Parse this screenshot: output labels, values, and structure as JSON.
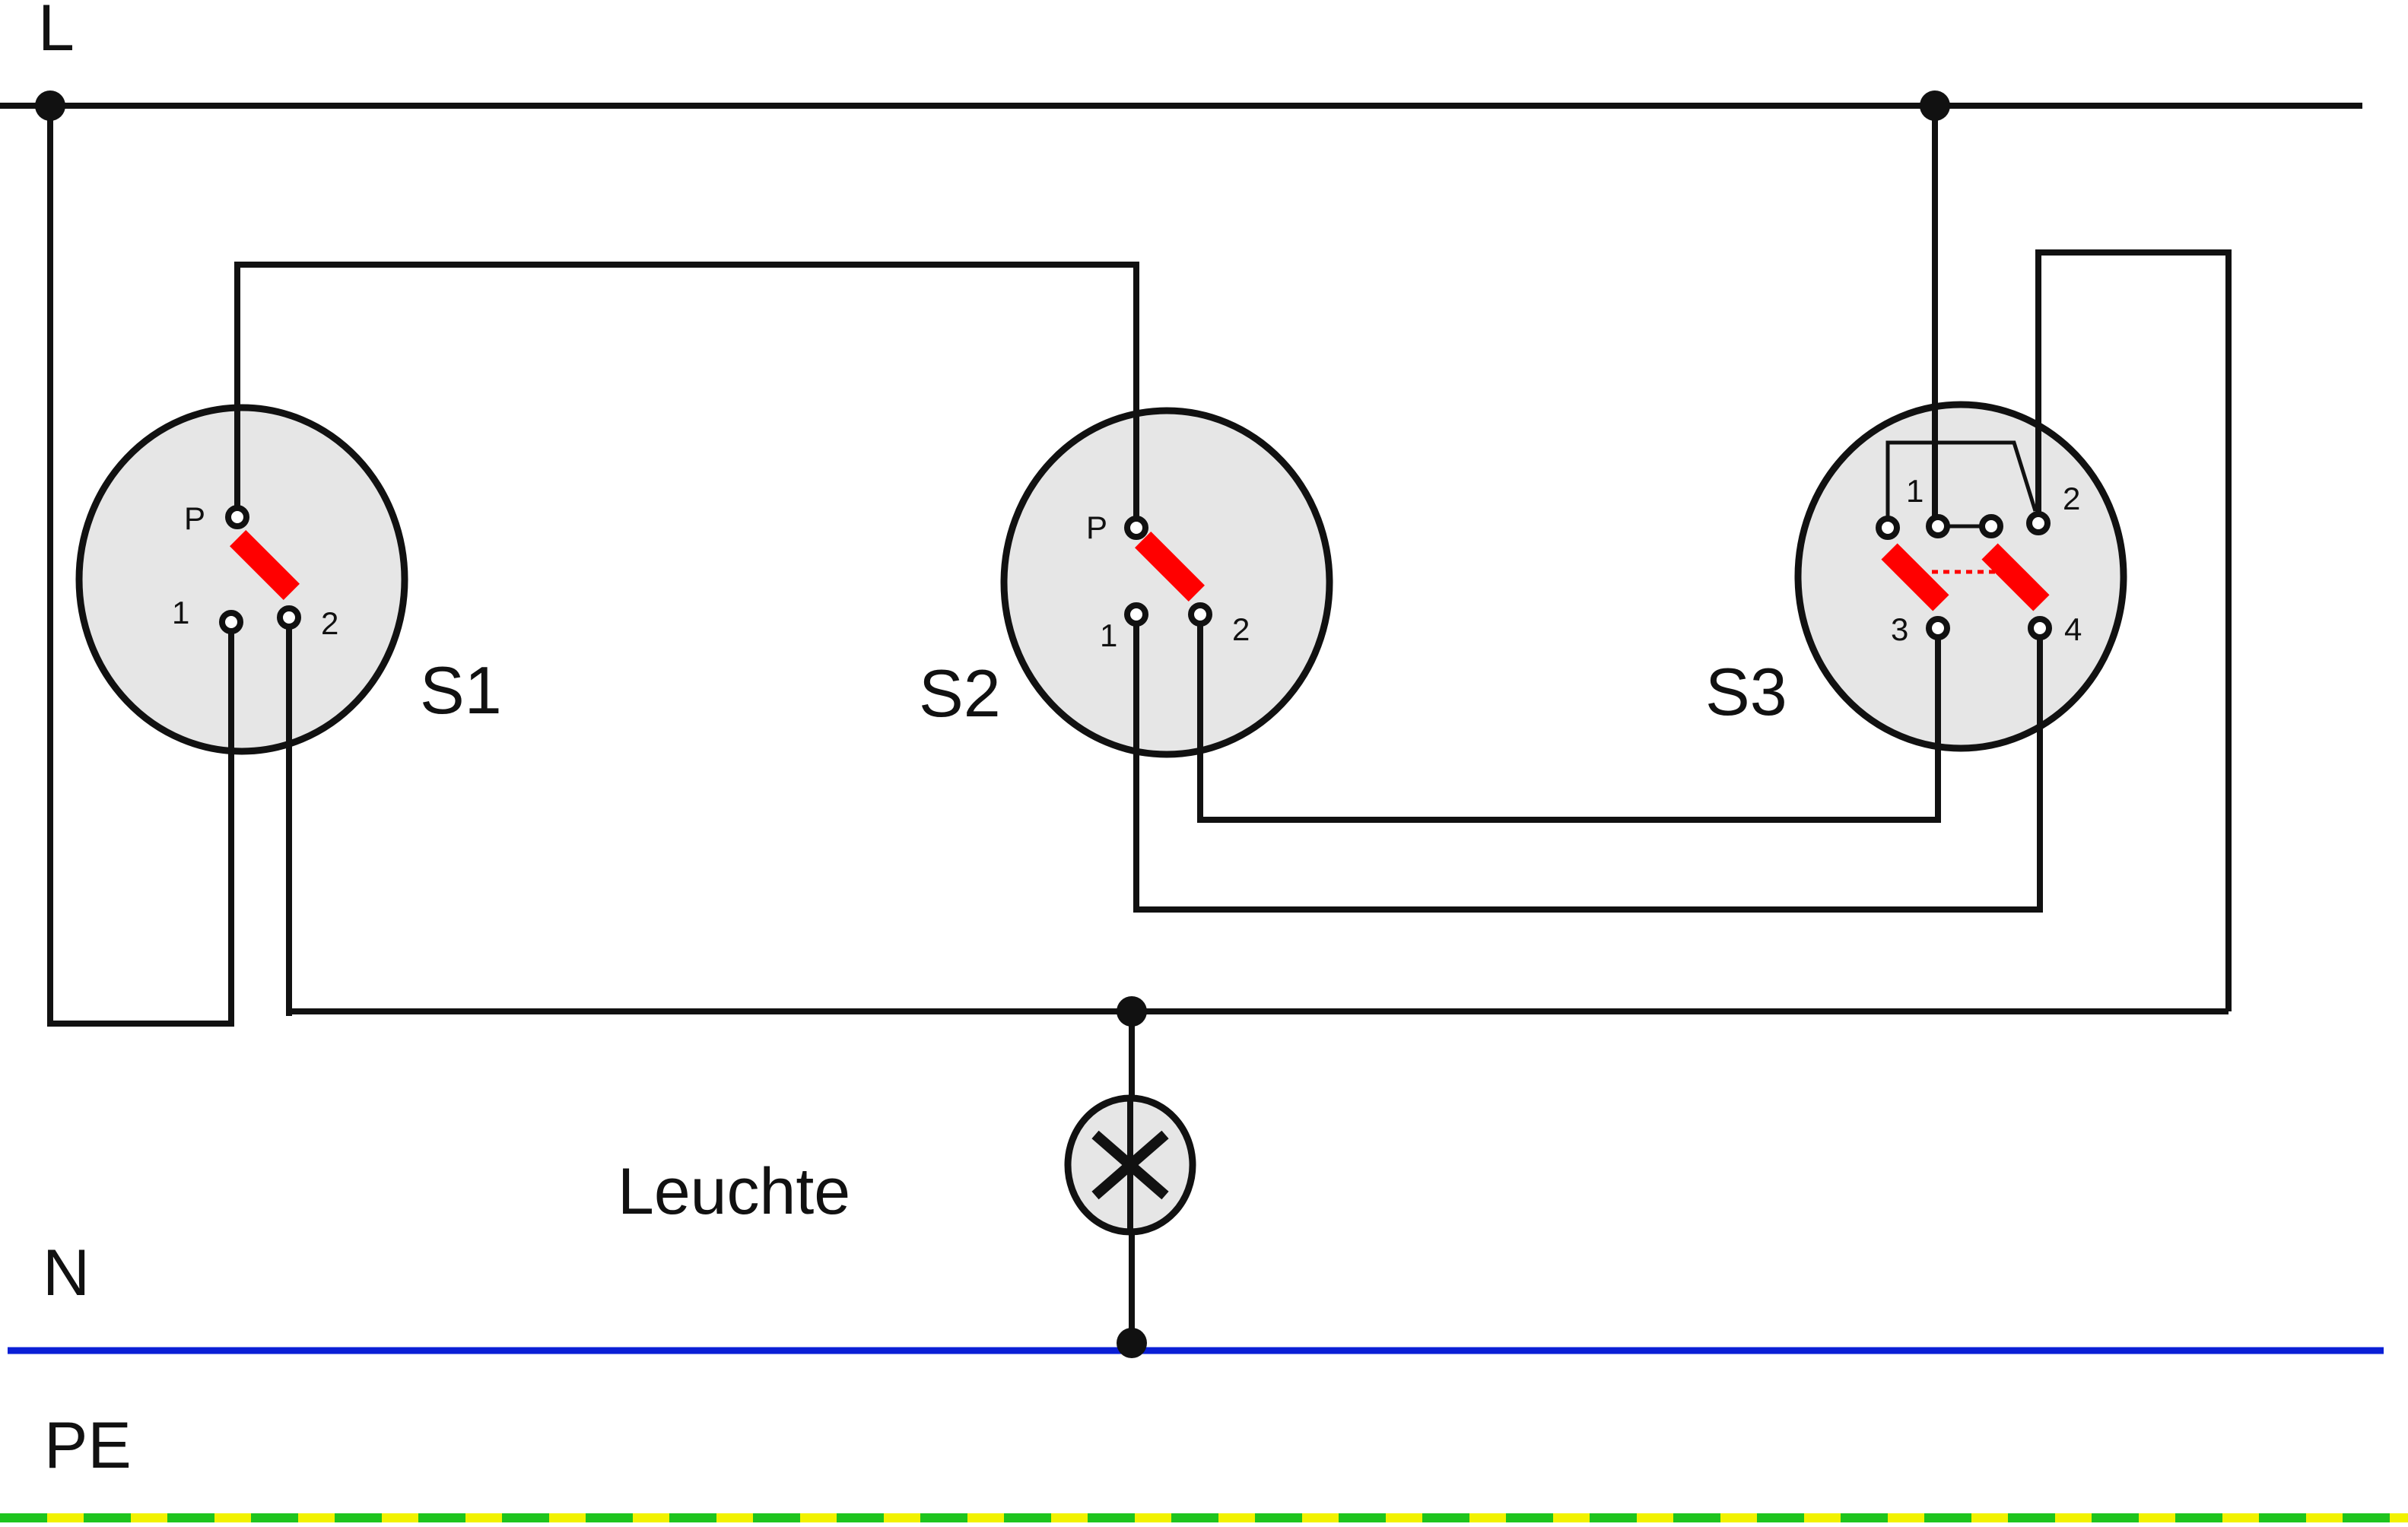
{
  "lines": {
    "phase_label": "L",
    "neutral_label": "N",
    "earth_label": "PE"
  },
  "lamp": {
    "label": "Leuchte"
  },
  "switches": {
    "s1": {
      "label": "S1",
      "terminals": {
        "p": "P",
        "t1": "1",
        "t2": "2"
      }
    },
    "s2": {
      "label": "S2",
      "terminals": {
        "p": "P",
        "t1": "1",
        "t2": "2"
      }
    },
    "s3": {
      "label": "S3",
      "terminals": {
        "t1": "1",
        "t2": "2",
        "t3": "3",
        "t4": "4"
      }
    }
  },
  "colors": {
    "wire": "#111111",
    "neutral": "#0a1fd6",
    "earth_green": "#1ec41e",
    "earth_yellow": "#f2f200",
    "contact": "#ff0000",
    "switch_body": "#e6e6e6"
  }
}
